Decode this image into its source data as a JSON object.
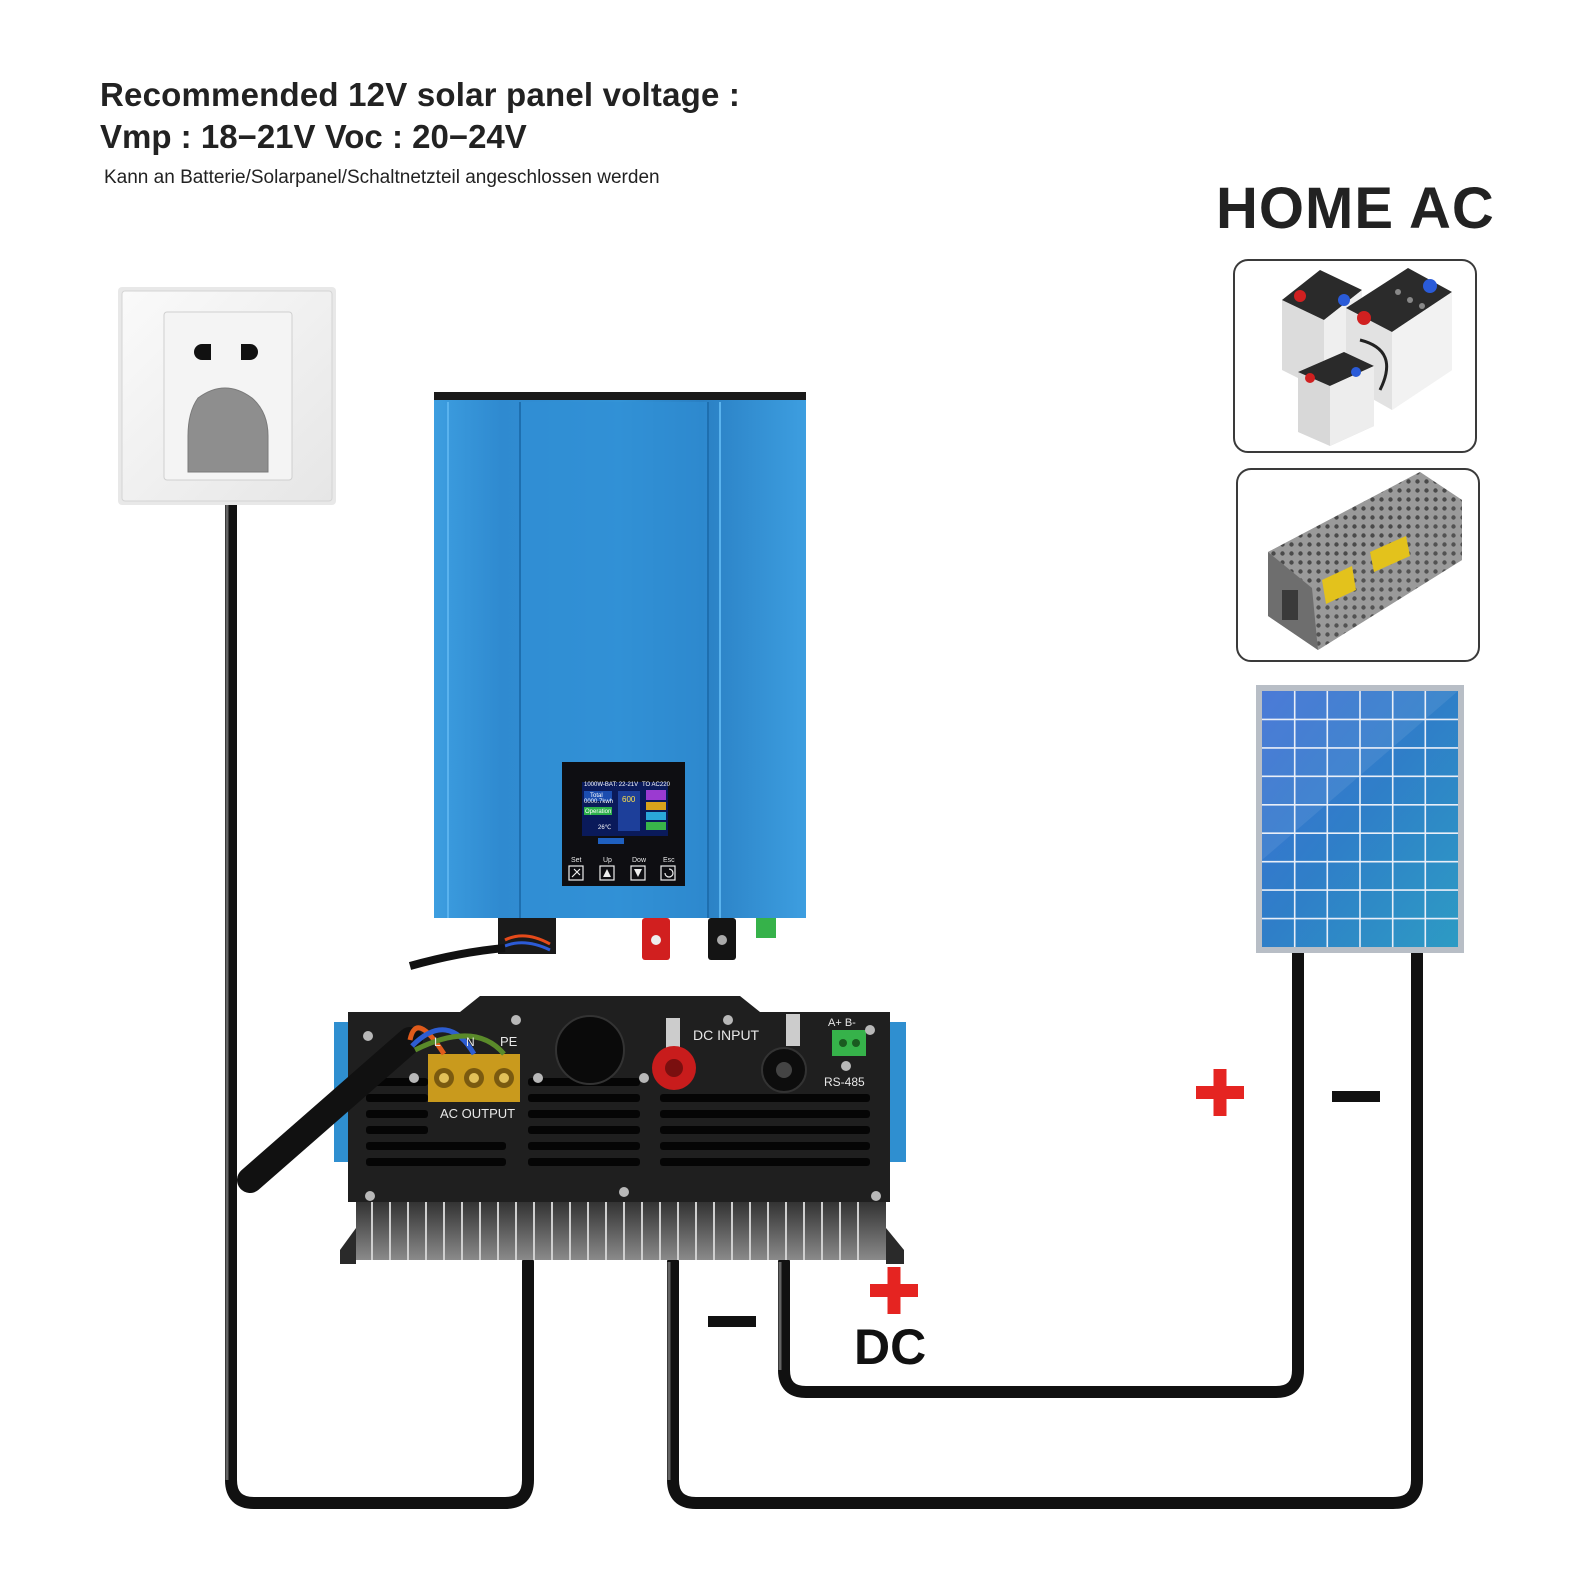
{
  "header": {
    "line1": "Recommended 12V solar panel voltage :",
    "line2": "Vmp : 18−21V Voc : 20−24V",
    "line3": "Kann an Batterie/Solarpanel/Schaltnetzteil angeschlossen werden"
  },
  "home_ac": {
    "title": "HOME AC"
  },
  "inverter": {
    "screen_lines": [
      "1000W-BAT: 22-21V",
      "TO AC220",
      "Total",
      "0000.7kwh",
      "600",
      "Operation",
      "26℃"
    ],
    "buttons": [
      "Set",
      "Up",
      "Dow",
      "Esc"
    ]
  },
  "bottom_panel": {
    "ac_output_label": "AC OUTPUT",
    "dc_input_label": "DC INPUT",
    "rs485_label": "RS-485",
    "ab_label": "A+ B-",
    "l_label": "L",
    "n_label": "N",
    "pe_label": "PE"
  },
  "wiring": {
    "plus_sign": "+",
    "minus_sign": "−",
    "dc_label": "DC"
  },
  "colors": {
    "inverter_blue": "#2f8fd0",
    "wire": "#111111",
    "plus_red": "#e52421"
  }
}
